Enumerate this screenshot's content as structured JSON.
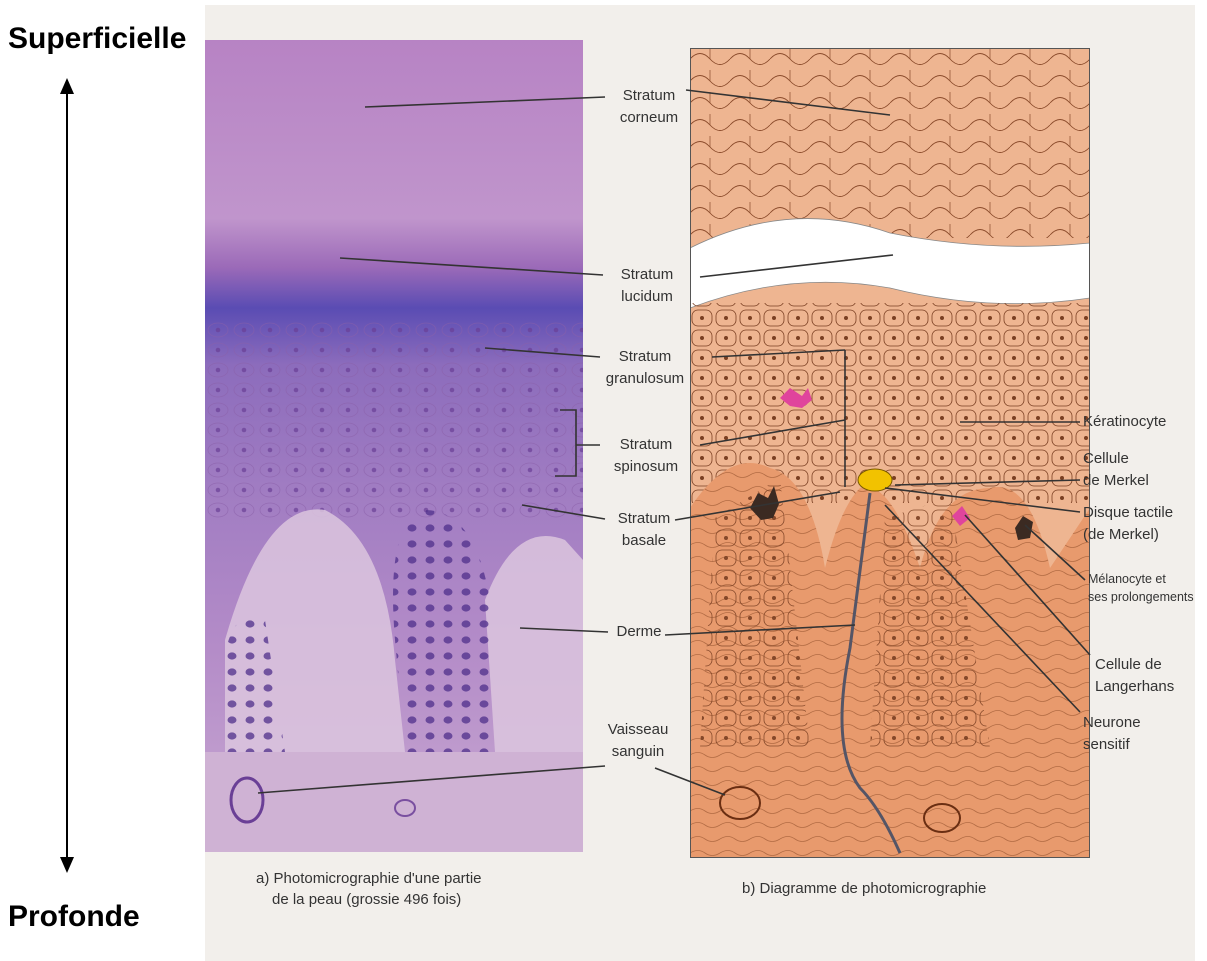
{
  "orientation": {
    "top_label": "Superficielle",
    "bottom_label": "Profonde"
  },
  "layers": [
    {
      "name": "Stratum",
      "sub": "corneum"
    },
    {
      "name": "Stratum",
      "sub": "lucidum"
    },
    {
      "name": "Stratum",
      "sub": "granulosum"
    },
    {
      "name": "Stratum",
      "sub": "spinosum"
    },
    {
      "name": "Stratum",
      "sub": "basale"
    },
    {
      "name": "Derme",
      "sub": ""
    },
    {
      "name": "Vaisseau",
      "sub": "sanguin"
    }
  ],
  "right_labels": {
    "keratinocyte": "Kératinocyte",
    "merkel_cell": [
      "Cellule",
      "de Merkel"
    ],
    "merkel_disc": [
      "Disque tactile",
      "(de Merkel)"
    ],
    "melanocyte": [
      "Mélanocyte et",
      "ses prolongements"
    ],
    "langerhans": [
      "Cellule de",
      "Langerhans"
    ],
    "neuron": [
      "Neurone",
      "sensitif"
    ]
  },
  "captions": {
    "a": [
      "a) Photomicrographie d'une partie",
      "de la peau (grossie 496 fois)"
    ],
    "b": "b) Diagramme de photomicrographie"
  },
  "colors": {
    "micro_top": "#b07cc0",
    "micro_blue": "#5b4fb0",
    "diagram_skin": "#eeb591",
    "diagram_dermis": "#e89a6d"
  }
}
